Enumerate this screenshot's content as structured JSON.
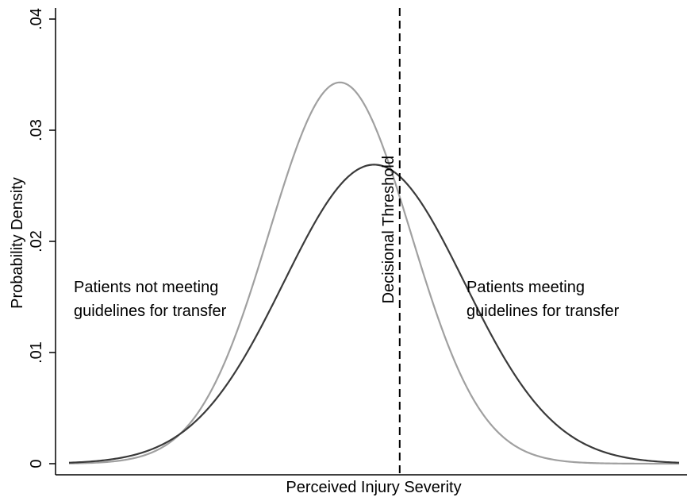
{
  "chart_data": {
    "type": "line",
    "title": "",
    "xlabel": "Perceived Injury Severity",
    "ylabel": "Probability Density",
    "xlim": [
      0,
      100
    ],
    "ylim": [
      0,
      0.04
    ],
    "x_ticks_visible": false,
    "y_ticks": [
      {
        "value": 0,
        "label": "0"
      },
      {
        "value": 0.01,
        "label": ".01"
      },
      {
        "value": 0.02,
        "label": ".02"
      },
      {
        "value": 0.03,
        "label": ".03"
      },
      {
        "value": 0.04,
        "label": ".04"
      }
    ],
    "grid": false,
    "series": [
      {
        "color": "#a0a0a0",
        "mean": 44.4,
        "sd": 11.6,
        "peak": 0.0343
      },
      {
        "color": "#3a3a3a",
        "mean": 50.0,
        "sd": 14.8,
        "peak": 0.0269
      }
    ],
    "threshold": {
      "x": 54.2,
      "label": "Decisional Threshold",
      "style": "dashed",
      "color": "#000000"
    },
    "annotations": [
      {
        "lines": [
          "Patients not meeting",
          "guidelines for transfer"
        ],
        "position": "left"
      },
      {
        "lines": [
          "Patients meeting",
          "guidelines for transfer"
        ],
        "position": "right"
      }
    ]
  }
}
